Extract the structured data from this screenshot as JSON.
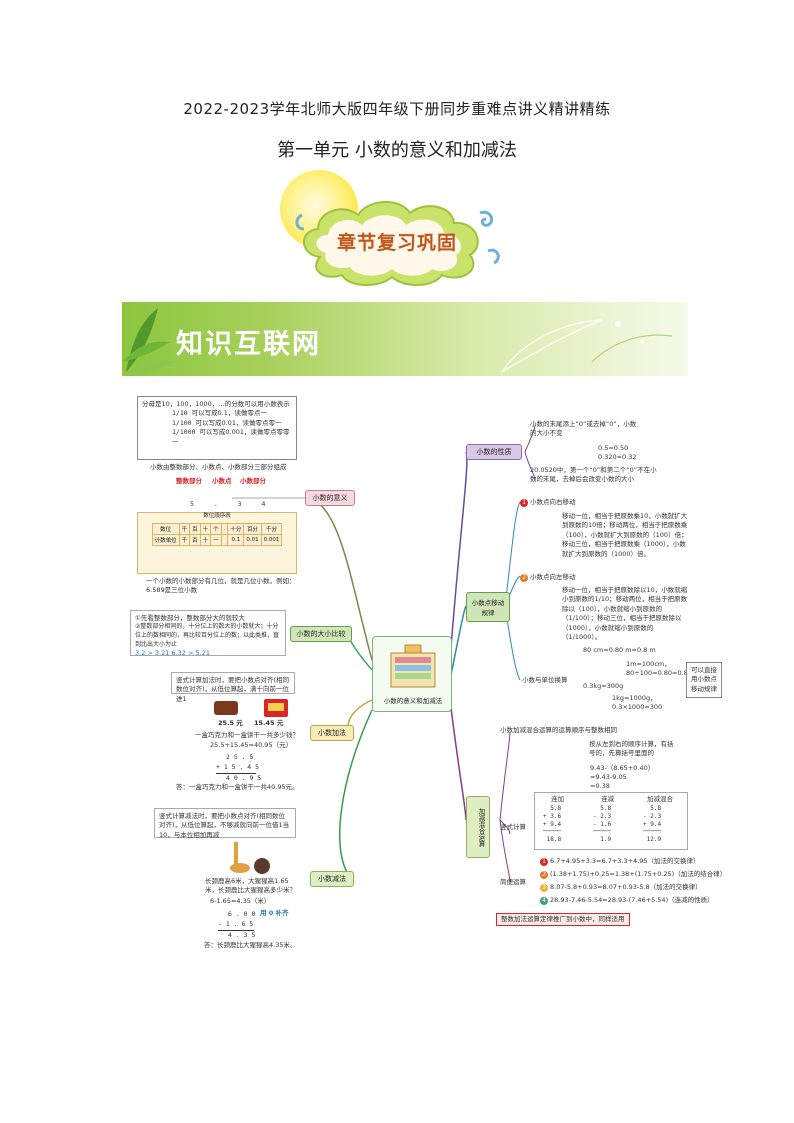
{
  "header": {
    "title": "2022-2023学年北师大版四年级下册同步重难点讲义精讲精练",
    "subtitle": "第一单元  小数的意义和加减法"
  },
  "banner": {
    "label": "章节复习巩固"
  },
  "section": {
    "label": "知识互联网"
  },
  "center": {
    "label": "小数的意义和加减法"
  },
  "branches": {
    "meaning": "小数的意义",
    "compare": "小数的大小比较",
    "add": "小数加法",
    "sub": "小数减法",
    "property": "小数的性质",
    "shift": "小数点移动规律",
    "mixed": "加减混合运算"
  },
  "meaning_box": {
    "line1": "分母是10，100，1000，…的分数可以用小数表示",
    "f1": "可以写成0.1，读做零点一",
    "f2": "可以写成0.01，读做零点零一",
    "f3": "可以写成0.001，读做零点零零一",
    "parts": "小数由整数部分、小数点、小数部分三部分组成",
    "p1": "整数部分",
    "p2": "小数点",
    "p3": "小数部分",
    "digits": "5  .  3  4",
    "table_title": "数位顺序表",
    "pos_note": "一个小数的小数部分有几位，就是几位小数，例如：6.589是三位小数"
  },
  "compare_box": {
    "l1": "①先看整数部分，整数部分大的就较大",
    "l2": "②整数部分相同的，十分位上的数大的小数就大；十分位上的数相同的，再比较百分位上的数；以此类推，直到比出大小为止",
    "l3": "3.2 > 3.21    6.32 > 5.21"
  },
  "add_box": {
    "rule": "竖式计算加法时，要把小数点对齐(相同数位对齐)，从低位算起，满十向前一位进1",
    "price1": "25.5 元",
    "price2": "15.45 元",
    "q": "一盒巧克力和一盒饼干一共多少钱？",
    "eq": "25.5+15.45=40.95（元）",
    "v1": "2 5 . 5",
    "v2": "+ 1 5 . 4 5",
    "v3": "4 0 . 9 5",
    "ans": "答：一盒巧克力和一盒饼干一共40.95元。"
  },
  "sub_box": {
    "rule": "竖式计算减法时，要把小数点对齐(相同数位对齐)，从低位算起，不够减就向前一位借1当10，与本位相加再减",
    "q": "长颈鹿高6米，大猩猩高1.65米，长颈鹿比大猩猩高多少米？",
    "eq": "6-1.65=4.35（米）",
    "v1": "6 . 0 0",
    "v2": "- 1 . 6 5",
    "v3": "4 . 3 5",
    "tip": "用 0 补齐",
    "ans": "答：长颈鹿比大猩猩高4.35米。"
  },
  "property_box": {
    "l1": "小数的末尾添上“0”或去掉“0”，小数的大小不变",
    "e1": "0.5=0.50",
    "e2": "0.320=0.32",
    "l2": "20.0520中，第一个“0”和第二个“0”不在小数的末尾，去掉后会改变小数的大小"
  },
  "shift_box": {
    "h1": "小数点向右移动",
    "r1": "移动一位，相当于把原数乘10，小数就扩大到原数的10倍；移动两位，相当于把原数乘（100），小数就扩大到原数的（100）倍；移动三位，相当于把原数乘（1000），小数就扩大到原数的（1000）倍。",
    "h2": "小数点向左移动",
    "r2": "移动一位，相当于把原数除以10，小数就缩小到原数的1/10；移动两位，相当于把原数除以（100），小数就缩小到原数的（1/100）；移动三位，相当于把原数除以（1000），小数就缩小到原数的（1/1000）。",
    "unit": "小数与单位换算",
    "u1": "80 cm=0.80 m=0.8 m",
    "u2": "1m=100cm，80÷100=0.80=0.8",
    "u3": "0.3kg=300g",
    "u4": "1kg=1000g，0.3×1000=300",
    "note": "可以直接用小数点移动规律"
  },
  "mixed_box": {
    "order": "小数加减混合运算的运算顺序与整数相同",
    "order_detail": "按从左到右的顺序计算，有括号的，先算括号里面的",
    "ex1": "9.43-（8.65+0.40）",
    "ex2": "=9.43-9.05",
    "ex3": "=0.38",
    "vertical": "竖式计算",
    "h1": "连加",
    "h2": "连减",
    "h3": "加减混合",
    "simple": "简便运算",
    "s1": "6.7+4.95+3.3=6.7+3.3+4.95（加法的交换律）",
    "s2": "(1.38+1.75)+0.25=1.38+(1.75+0.25)（加法的结合律）",
    "s3": "8.07-5.8+0.93=8.07+0.93-5.8（加法的交换律）",
    "s4": "28.93-7.46-5.54=28.93-(7.46+5.54)（连减的性质）",
    "law": "整数加法运算定律推广到小数中，同样适用"
  },
  "colors": {
    "accent_red": "#d8262a",
    "banner_green": "#8cc63f",
    "title_orange": "#c0561a"
  }
}
